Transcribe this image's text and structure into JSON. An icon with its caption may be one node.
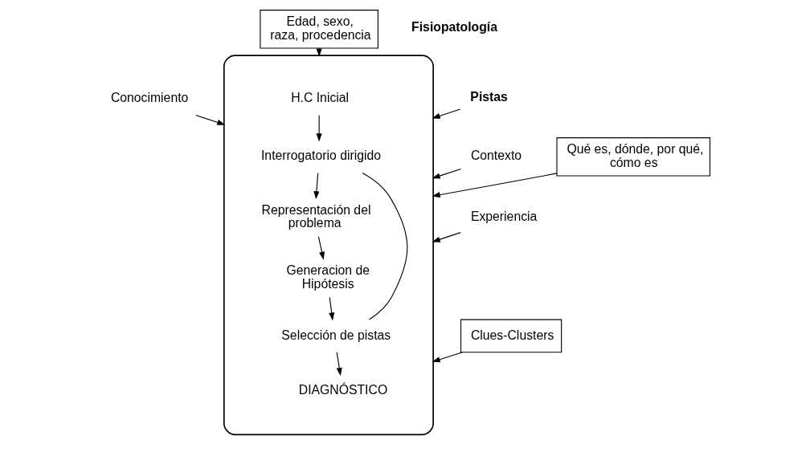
{
  "diagram": {
    "nodes": [
      {
        "text": [],
        "shape": "ellipse"
      },
      {
        "text": [
          "H.C Inicial"
        ],
        "in": 0
      },
      {
        "text": [
          "Interrogatorio dirigido"
        ],
        "in": 0
      },
      {
        "text": [
          "Representación del problema"
        ],
        "in": 0
      },
      {
        "text": [
          "Generacion de Hipótesis"
        ],
        "in": 0
      },
      {
        "text": [
          "Selección de pistas"
        ],
        "in": 0
      },
      {
        "text": [
          "DIAGNÓSTICO"
        ],
        "in": 0
      },
      {
        "text": [
          "Conocimiento"
        ]
      },
      {
        "text": [
          "Contexto"
        ]
      },
      {
        "text": [
          "Experiencia"
        ]
      },
      {
        "text": [
          "Edad, sexo, raza, procedencia"
        ]
      },
      {
        "text": [
          "Pistas"
        ]
      },
      {
        "text": [
          "Qué es, dónde, por qué, cómo es"
        ]
      },
      {
        "text": [
          "Clues-Clusters"
        ]
      }
    ],
    "edges": [
      {
        "from": 1,
        "to": 2,
        "arrow": "to"
      },
      {
        "from": 2,
        "to": 3,
        "arrow": "to"
      },
      {
        "from": 3,
        "to": 4,
        "arrow": "to"
      },
      {
        "from": 4,
        "to": 5,
        "arrow": "to"
      },
      {
        "from": 5,
        "to": 6,
        "arrow": "to"
      },
      {
        "from": 2,
        "to": 5,
        "arrow": "none"
      },
      {
        "from": 7,
        "to": 0,
        "arrow": "to"
      },
      {
        "from": 8,
        "to": 0,
        "arrow": "to"
      },
      {
        "from": 9,
        "to": 0,
        "arrow": "to"
      },
      {
        "from": 10,
        "to": 0,
        "arrow": "to"
      },
      {
        "from": 11,
        "to": 0,
        "arrow": "to"
      },
      {
        "from": 12,
        "to": 0,
        "arrow": "to"
      },
      {
        "from": 13,
        "to": 0,
        "arrow": "to"
      }
    ],
    "labels": [
      "Fisiopatología"
    ]
  }
}
